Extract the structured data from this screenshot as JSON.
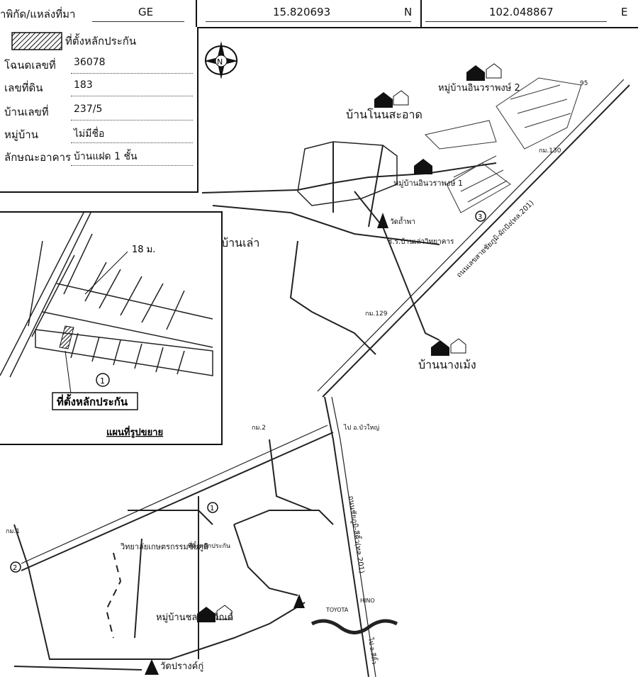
{
  "header": {
    "location_label": "าพิกัด/แหล่งที่มา",
    "grid_zone": "GE",
    "latitude": "15.820693",
    "lat_dir": "N",
    "longitude": "102.048867",
    "lon_dir": "E"
  },
  "legend": {
    "collateral_label": "ที่ตั้งหลักประกัน",
    "rows": [
      {
        "label": "โฉนดเลขที่",
        "value": "36078"
      },
      {
        "label": "เลขที่ดิน",
        "value": "183"
      },
      {
        "label": "บ้านเลขที่",
        "value": "237/5"
      },
      {
        "label": "หมู่บ้าน",
        "value": "ไม่มีชื่อ"
      },
      {
        "label": "ลักษณะอาคาร",
        "value": "บ้านแฝด 1 ชั้น"
      }
    ]
  },
  "inset": {
    "width_label": "18 ม.",
    "marker": "1",
    "collateral_label": "ที่ตั้งหลักประกัน",
    "caption": "แผนที่รูปขยาย"
  },
  "map_labels": {
    "north": "N",
    "village_inthawarapong2": "หมู่บ้านอินวราพงษ์ 2",
    "ban_non_saat": "บ้านโนนสะอาด",
    "village_inthawarapong1": "หมู่บ้านอินวราพงษ์ 1",
    "ban_lao": "บ้านเล่า",
    "wat": "วัดถ้ำพา",
    "school_ban_lao": "ร.ร.บ้านเล่าวิทยาคาร",
    "ban_nang_moeng": "บ้านนางเม้ง",
    "km95": "95",
    "road_khonkaen": "ถนนเลขสายชัยภูมิ-ผักปัง(ทล.201)",
    "marker3": "3",
    "km130": "กม.130",
    "km129": "กม.129",
    "village_chalaphruet": "หมู่บ้านชลาพรวิณด์",
    "wat_prang_ku": "วัดปรางค์กู่",
    "college": "วิทยาลัยเกษตรกรรมชัยภูมิ",
    "collateral_small": "ที่ตั้งหลักประกัน",
    "marker1": "1",
    "marker2": "2",
    "km1": "กม.1",
    "km2": "กม.2",
    "toyota": "TOYOTA",
    "hino": "HINO",
    "road_chaiyaphum": "ถนนชัยภูมิ-สีคิ้ว(ทล.201)",
    "to_nong_bua": "ไป อ.บัวใหญ่",
    "to_sikhio": "ไป อ.สีคิ้ว"
  }
}
